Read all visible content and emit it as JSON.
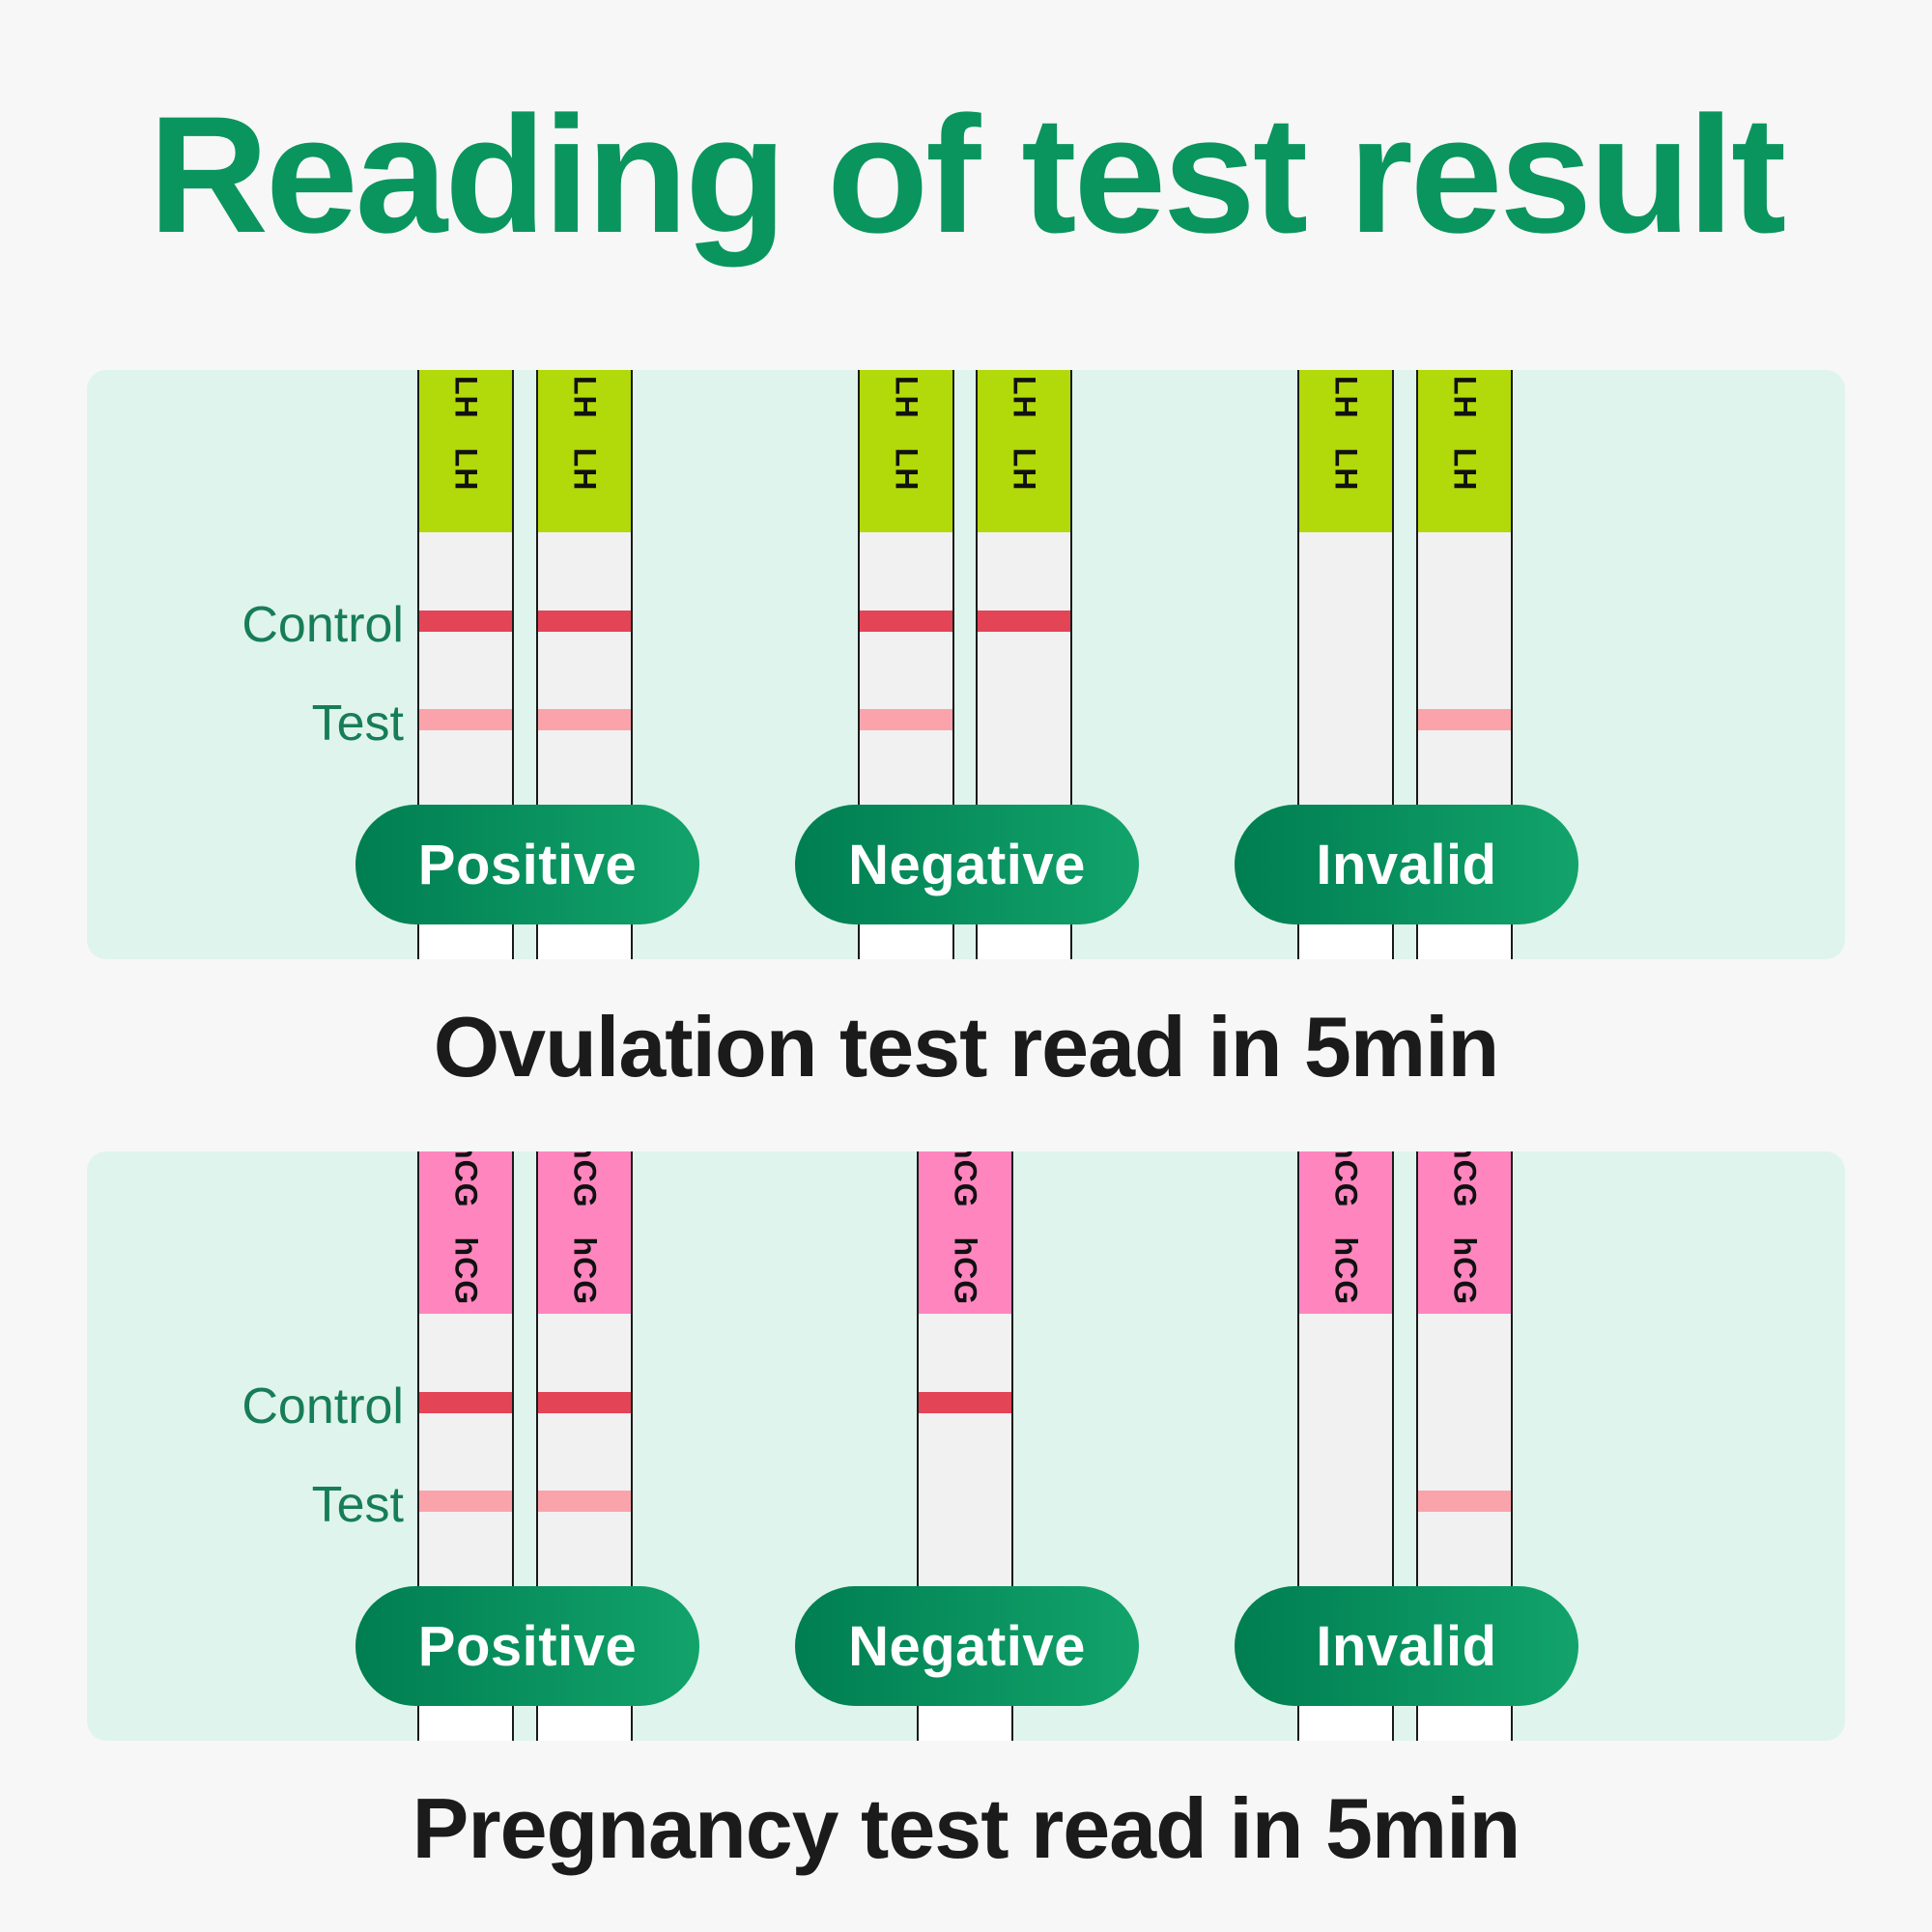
{
  "title": "Reading of test result",
  "colors": {
    "title": "#0a955e",
    "panel": "#dff4ec",
    "lh_cap": "#b2d90a",
    "hcg_cap": "#ff85bf",
    "control_line": "#e34456",
    "test_line": "#fba3aa",
    "label": "#177d58",
    "pill_start": "#007e52",
    "pill_end": "#12a36b"
  },
  "labels": {
    "control": "Control",
    "test": "Test"
  },
  "ovulation": {
    "caption": "Ovulation test read in 5min",
    "cap_label": "LH",
    "groups": [
      {
        "result": "Positive",
        "strips": [
          {
            "control": true,
            "test": true
          },
          {
            "control": true,
            "test": true
          }
        ]
      },
      {
        "result": "Negative",
        "strips": [
          {
            "control": true,
            "test": true
          },
          {
            "control": true,
            "test": false
          }
        ]
      },
      {
        "result": "Invalid",
        "strips": [
          {
            "control": false,
            "test": false
          },
          {
            "control": false,
            "test": true
          }
        ]
      }
    ]
  },
  "pregnancy": {
    "caption": "Pregnancy test read in 5min",
    "cap_label": "hCG",
    "groups": [
      {
        "result": "Positive",
        "strips": [
          {
            "control": true,
            "test": true
          },
          {
            "control": true,
            "test": true
          }
        ]
      },
      {
        "result": "Negative",
        "strips": [
          {
            "control": true,
            "test": false
          }
        ]
      },
      {
        "result": "Invalid",
        "strips": [
          {
            "control": false,
            "test": false
          },
          {
            "control": false,
            "test": true
          }
        ]
      }
    ]
  }
}
